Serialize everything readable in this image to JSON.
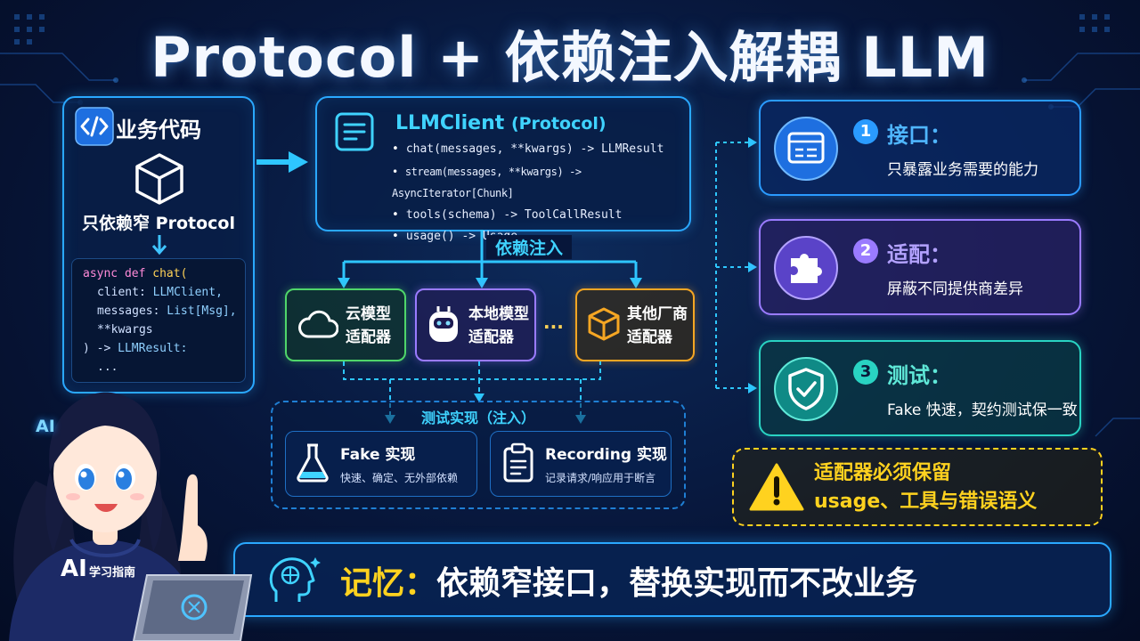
{
  "title": "Protocol + 依赖注入解耦 LLM",
  "business_code": {
    "title": "业务代码",
    "caption": "只依赖窄 Protocol",
    "code": {
      "l1_kw": "async def",
      "l1_fn": "chat(",
      "l2_a": "client:",
      "l2_t": "LLMClient,",
      "l3_a": "messages:",
      "l3_t": "List[Msg],",
      "l4": "**kwargs",
      "l5_a": ") ->",
      "l5_t": "LLMResult:",
      "l6": "..."
    }
  },
  "llm_client": {
    "title": "LLMClient",
    "subtitle": "(Protocol)",
    "methods": [
      "chat(messages, **kwargs) -> LLMResult",
      "stream(messages, **kwargs) -> AsyncIterator[Chunk]",
      "tools(schema) -> ToolCallResult",
      "usage() -> Usage"
    ]
  },
  "di_label": "依赖注入",
  "adapters": [
    {
      "line1": "云模型",
      "line2": "适配器",
      "color": "#4fd66a"
    },
    {
      "line1": "本地模型",
      "line2": "适配器",
      "color": "#9a7bff"
    },
    {
      "line1": "其他厂商",
      "line2": "适配器",
      "color": "#f5a623"
    }
  ],
  "adapter_ellipsis": "...",
  "test_impl": {
    "label": "测试实现（注入）",
    "cards": [
      {
        "title": "Fake 实现",
        "subtitle": "快速、确定、无外部依赖"
      },
      {
        "title": "Recording 实现",
        "subtitle": "记录请求/响应用于断言"
      }
    ]
  },
  "benefits": [
    {
      "num": "1",
      "title": "接口：",
      "subtitle": "只暴露业务需要的能力",
      "color": "#2a9bff"
    },
    {
      "num": "2",
      "title": "适配：",
      "subtitle": "屏蔽不同提供商差异",
      "color": "#9a7bff"
    },
    {
      "num": "3",
      "title": "测试：",
      "subtitle": "Fake 快速，契约测试保一致",
      "color": "#29d3c2"
    }
  ],
  "warning": {
    "line1": "适配器必须保留",
    "line2": "usage、工具与错误语义"
  },
  "memory": {
    "prefix": "记忆：",
    "text": "依赖窄接口，替换实现而不改业务"
  },
  "mascot": {
    "badge": "AI",
    "hoodie_text": "AI",
    "hoodie_sub": "学习指南"
  }
}
